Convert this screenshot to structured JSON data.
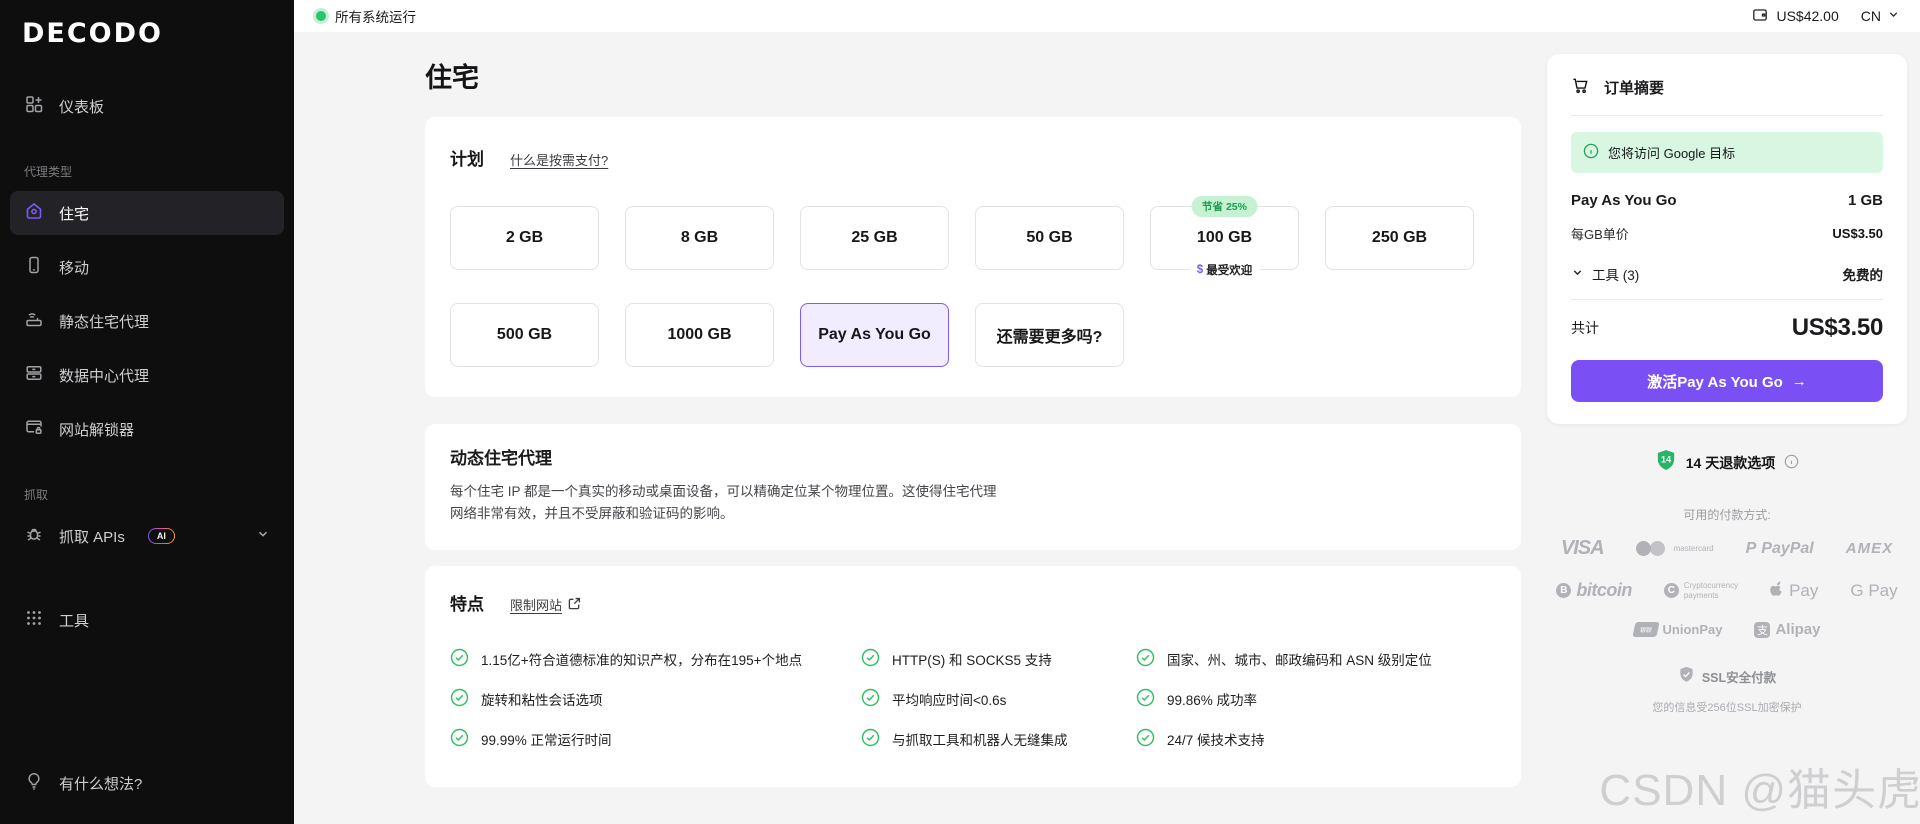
{
  "topbar": {
    "status": "所有系统运行",
    "balance": "US$42.00",
    "locale": "CN"
  },
  "sidebar": {
    "logo": "DECODO",
    "dashboard": "仪表板",
    "section_proxy": "代理类型",
    "residential": "住宅",
    "mobile": "移动",
    "static_residential": "静态住宅代理",
    "datacenter": "数据中心代理",
    "site_unblocker": "网站解锁器",
    "section_scraping": "抓取",
    "scraping_apis": "抓取 APIs",
    "ai_badge": "AI",
    "tools": "工具",
    "feedback": "有什么想法?"
  },
  "page": {
    "title": "住宅"
  },
  "plans": {
    "heading": "计划",
    "payg_link": "什么是按需支付?",
    "items": [
      "2 GB",
      "8 GB",
      "25 GB",
      "50 GB",
      "100 GB",
      "250 GB",
      "500 GB",
      "1000 GB",
      "Pay As You Go",
      "还需要更多吗?"
    ],
    "save_badge": "节省 25%",
    "popular_icon": "$",
    "popular": "最受欢迎"
  },
  "description": {
    "heading": "动态住宅代理",
    "body": "每个住宅 IP 都是一个真实的移动或桌面设备，可以精确定位某个物理位置。这使得住宅代理网络非常有效，并且不受屏蔽和验证码的影响。"
  },
  "features": {
    "heading": "特点",
    "link": "限制网站",
    "col1": [
      "1.15亿+符合道德标准的知识产权，分布在195+个地点",
      "旋转和粘性会话选项",
      "99.99% 正常运行时间"
    ],
    "col2": [
      "HTTP(S) 和 SOCKS5 支持",
      "平均响应时间<0.6s",
      "与抓取工具和机器人无缝集成"
    ],
    "col3": [
      "国家、州、城市、邮政编码和 ASN 级别定位",
      "99.86% 成功率",
      "24/7 候技术支持"
    ]
  },
  "order": {
    "heading": "订单摘要",
    "notice": "您将访问 Google 目标",
    "plan_name": "Pay As You Go",
    "plan_amount": "1 GB",
    "unit_label": "每GB单价",
    "unit_price": "US$3.50",
    "tools_label": "工具 (3)",
    "tools_value": "免费的",
    "total_label": "共计",
    "total_value": "US$3.50",
    "cta": "激活Pay As You Go",
    "cta_arrow": "→"
  },
  "aside": {
    "moneyback_days": "14",
    "moneyback": "14 天退款选项",
    "payments_label": "可用的付款方式:",
    "payments": {
      "visa": "VISA",
      "mastercard": "mastercard",
      "paypal": "PayPal",
      "paypal_icon": "P",
      "amex": "AMEX",
      "bitcoin": "bitcoin",
      "bitcoin_icon": "B",
      "crypto_line1": "Cryptocurrency",
      "crypto_line2": "payments",
      "crypto_icon": "C",
      "applepay": "Pay",
      "gpay": "G Pay",
      "unionpay": "UnionPay",
      "unionpay_icon": "银联",
      "alipay": "Alipay",
      "alipay_icon": "支"
    },
    "ssl_title": "SSL安全付款",
    "ssl_sub": "您的信息受256位SSL加密保护"
  },
  "watermark": "CSDN @猫头虎",
  "colors": {
    "accent": "#7a50f5",
    "green": "#2bc46c",
    "sidebar_bg": "#0e0e0f"
  }
}
